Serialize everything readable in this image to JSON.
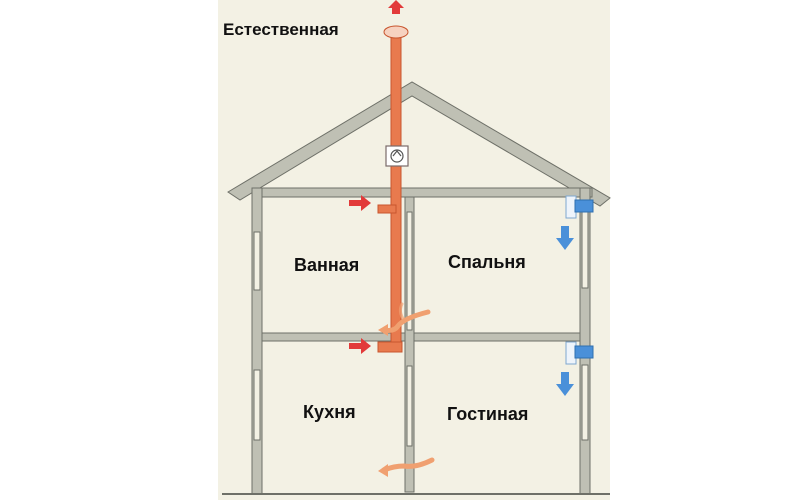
{
  "labels": {
    "natural": "Естественная",
    "bathroom": "Ванная",
    "bedroom": "Спальня",
    "kitchen": "Кухня",
    "living_room": "Гостиная"
  },
  "colors": {
    "background": "#ffffff",
    "paper": "#f3f1e4",
    "wall_fill": "#bfc0b4",
    "wall_stroke": "#6e7068",
    "duct": "#e87a4e",
    "duct_edge": "#c8552e",
    "inflow_arrow": "#e23a3a",
    "fresh_air": "#4a90d9",
    "flow_arrow": "#f0a070"
  },
  "icons": {
    "exhaust_arrow": "red-up-arrow-icon",
    "fan": "fan-icon",
    "inlet_arrow": "red-right-arrow-icon",
    "supply_valve": "blue-window-valve-icon",
    "supply_arrow": "blue-down-arrow-icon",
    "air_flow": "curved-air-flow-icon"
  }
}
